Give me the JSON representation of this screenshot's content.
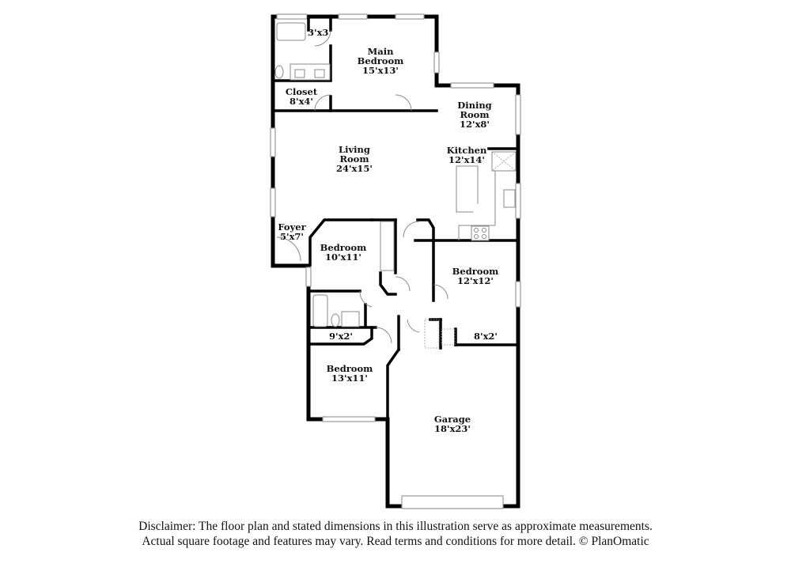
{
  "floor_plan": {
    "rooms": [
      {
        "id": "main-bedroom",
        "name": "Main Bedroom",
        "name_lines": [
          "Main",
          "Bedroom"
        ],
        "dimensions": "15'x13'"
      },
      {
        "id": "main-bath-closet",
        "name": "",
        "name_lines": [],
        "dimensions": "3'x3'"
      },
      {
        "id": "closet",
        "name": "Closet",
        "name_lines": [
          "Closet"
        ],
        "dimensions": "8'x4'"
      },
      {
        "id": "dining-room",
        "name": "Dining Room",
        "name_lines": [
          "Dining",
          "Room"
        ],
        "dimensions": "12'x8'"
      },
      {
        "id": "kitchen",
        "name": "Kitchen",
        "name_lines": [
          "Kitchen"
        ],
        "dimensions": "12'x14'"
      },
      {
        "id": "living-room",
        "name": "Living Room",
        "name_lines": [
          "Living",
          "Room"
        ],
        "dimensions": "24'x15'"
      },
      {
        "id": "foyer",
        "name": "Foyer",
        "name_lines": [
          "Foyer"
        ],
        "dimensions": "5'x7'"
      },
      {
        "id": "bedroom-2",
        "name": "Bedroom",
        "name_lines": [
          "Bedroom"
        ],
        "dimensions": "10'x11'"
      },
      {
        "id": "bedroom-3",
        "name": "Bedroom",
        "name_lines": [
          "Bedroom"
        ],
        "dimensions": "12'x12'"
      },
      {
        "id": "closet-9x2",
        "name": "",
        "name_lines": [],
        "dimensions": "9'x2'"
      },
      {
        "id": "closet-8x2",
        "name": "",
        "name_lines": [],
        "dimensions": "8'x2'"
      },
      {
        "id": "bedroom-4",
        "name": "Bedroom",
        "name_lines": [
          "Bedroom"
        ],
        "dimensions": "13'x11'"
      },
      {
        "id": "garage",
        "name": "Garage",
        "name_lines": [
          "Garage"
        ],
        "dimensions": "18'x23'"
      }
    ]
  },
  "disclaimer": {
    "line1": "Disclaimer: The floor plan and stated dimensions in this illustration serve as approximate measurements.",
    "line2": "Actual square footage and features may vary. Read terms and conditions for more detail. © PlanOmatic"
  }
}
